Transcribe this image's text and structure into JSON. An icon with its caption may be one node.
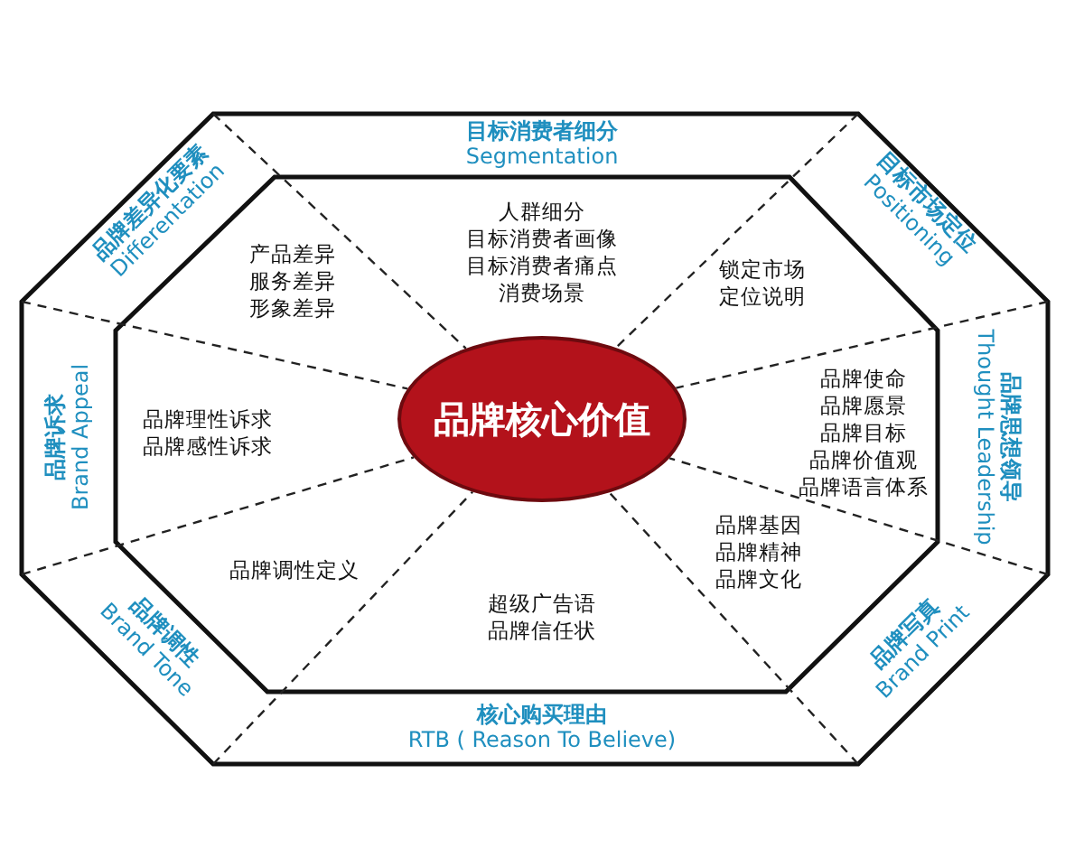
{
  "diagram": {
    "nodes": [
      {
        "text": [
          "品牌核心价值"
        ]
      },
      {
        "text": [
          "目标消费者细分",
          "Segmentation"
        ]
      },
      {
        "text": [
          "目标市场定位",
          "Positioning"
        ]
      },
      {
        "text": [
          "品牌思想领导",
          "Thought Leadership"
        ]
      },
      {
        "text": [
          "品牌写真",
          "Brand Print"
        ]
      },
      {
        "text": [
          "核心购买理由",
          "RTB ( Reason To Believe)"
        ]
      },
      {
        "text": [
          "品牌调性",
          "Brand Tone"
        ]
      },
      {
        "text": [
          "品牌诉求",
          "Brand Appeal"
        ]
      },
      {
        "text": [
          "品牌差异化要素",
          "Differentation"
        ]
      },
      {
        "text": [
          "人群细分",
          "目标消费者画像",
          "目标消费者痛点",
          "消费场景"
        ]
      },
      {
        "text": [
          "锁定市场",
          "定位说明"
        ]
      },
      {
        "text": [
          "品牌使命",
          "品牌愿景",
          "品牌目标",
          "品牌价值观",
          "品牌语言体系"
        ]
      },
      {
        "text": [
          "品牌基因",
          "品牌精神",
          "品牌文化"
        ]
      },
      {
        "text": [
          "超级广告语",
          "品牌信任状"
        ]
      },
      {
        "text": [
          "品牌调性定义"
        ]
      },
      {
        "text": [
          "品牌理性诉求",
          "品牌感性诉求"
        ]
      },
      {
        "text": [
          "产品差异",
          "服务差异",
          "形象差异"
        ]
      }
    ]
  }
}
